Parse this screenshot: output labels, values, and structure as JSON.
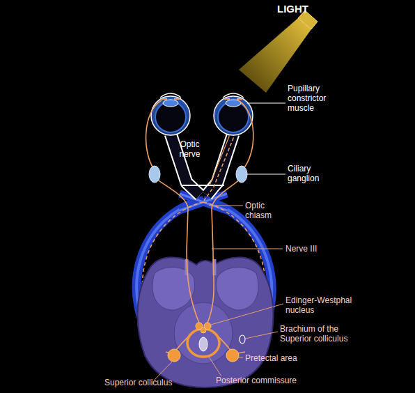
{
  "diagram": {
    "labels": [
      "LIGHT",
      "Pupillary constrictor muscle",
      "Optic nerve",
      "Ciliary ganglion",
      "Optic chiasm",
      "Nerve III",
      "Edinger-Westphal nucleus",
      "Brachium of the Superior colliculus",
      "Pretectal area",
      "Superior colliculus",
      "Posterior commissure"
    ]
  }
}
